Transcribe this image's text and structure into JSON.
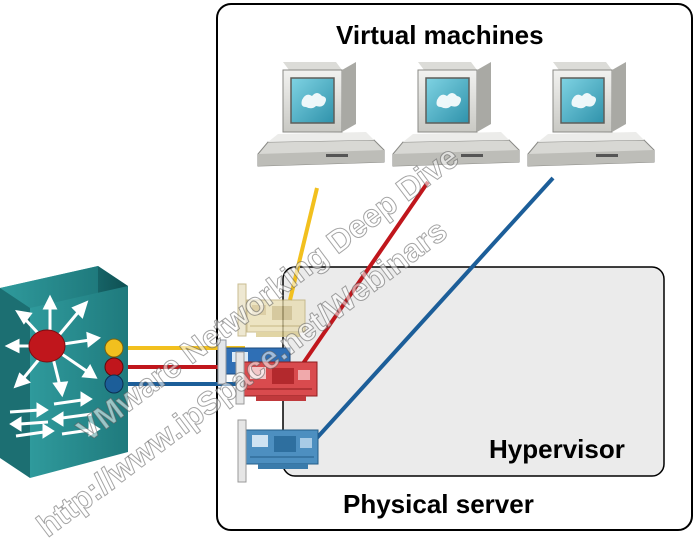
{
  "labels": {
    "virtual_machines": "Virtual machines",
    "hypervisor": "Hypervisor",
    "physical_server": "Physical server"
  },
  "watermark": {
    "line1": "VMware Networking Deep Dive",
    "line2": "http://www.ipSpace.net/Webinars"
  },
  "colors": {
    "yellow_link": "#f2c01e",
    "red_link": "#c0161c",
    "blue_link": "#1c5e99",
    "switch_body": "#2e8c8c",
    "hypervisor_fill": "#ebebeb",
    "monitor_screen": "#4fb0c7"
  }
}
